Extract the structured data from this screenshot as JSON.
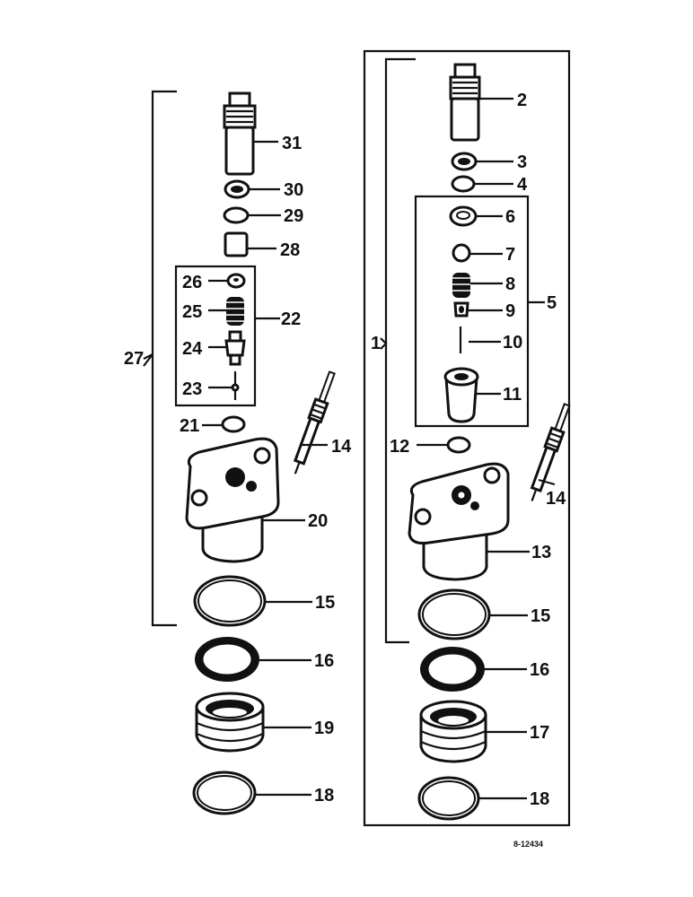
{
  "diagram": {
    "reference_code": "8-12434",
    "left_assembly": {
      "group_label": "27",
      "subgroup_label": "22",
      "callouts": {
        "p31": "31",
        "p30": "30",
        "p29": "29",
        "p28": "28",
        "p26": "26",
        "p25": "25",
        "p24": "24",
        "p23": "23",
        "p21": "21",
        "p14": "14",
        "p20": "20",
        "p15": "15",
        "p16": "16",
        "p19": "19",
        "p18": "18"
      }
    },
    "right_assembly": {
      "group_label": "1",
      "subgroup_label": "5",
      "callouts": {
        "p2": "2",
        "p3": "3",
        "p4": "4",
        "p6": "6",
        "p7": "7",
        "p8": "8",
        "p9": "9",
        "p10": "10",
        "p11": "11",
        "p12": "12",
        "p14": "14",
        "p13": "13",
        "p15": "15",
        "p16": "16",
        "p17": "17",
        "p18": "18"
      }
    }
  }
}
